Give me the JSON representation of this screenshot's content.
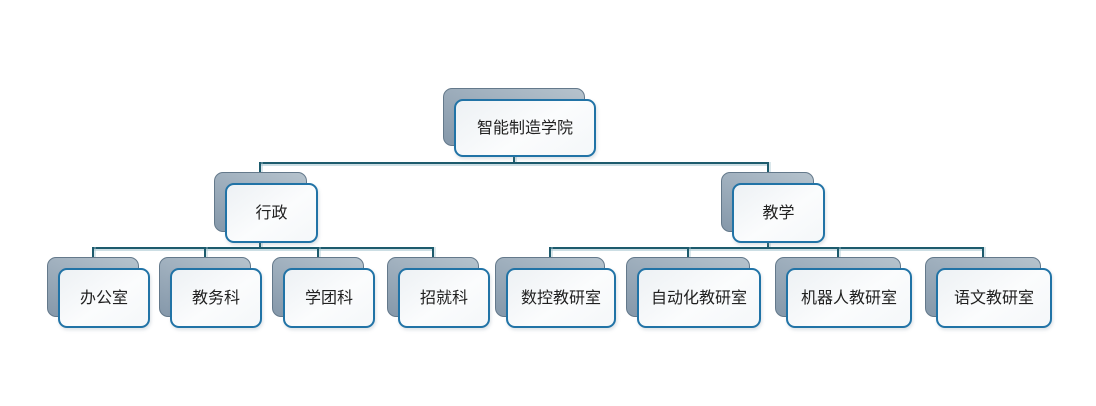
{
  "org_chart": {
    "type": "org-tree",
    "root": {
      "label": "智能制造学院"
    },
    "branches": [
      {
        "label": "行政",
        "children": [
          {
            "label": "办公室"
          },
          {
            "label": "教务科"
          },
          {
            "label": "学团科"
          },
          {
            "label": "招就科"
          }
        ]
      },
      {
        "label": "教学",
        "children": [
          {
            "label": "数控教研室"
          },
          {
            "label": "自动化教研室"
          },
          {
            "label": "机器人教研室"
          },
          {
            "label": "语文教研室"
          }
        ]
      }
    ]
  },
  "colors": {
    "connector": "#1d5b6d",
    "connector_highlight": "#a3c2cd",
    "node_border": "#2173a6",
    "node_fill": "#f7f9fb",
    "shadow_fill_light": "#b6c3cd",
    "shadow_fill_dark": "#8598aa",
    "shadow_stroke": "#64798b",
    "text": "#212121",
    "background": "#ffffff"
  }
}
